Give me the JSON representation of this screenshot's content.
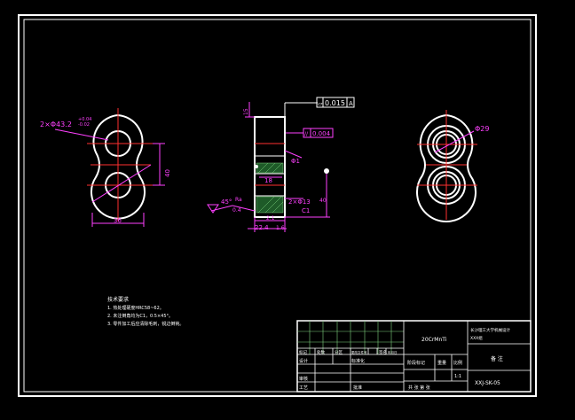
{
  "drawing": {
    "left_view": {
      "hole_callout": "2×Φ43.2",
      "tol_upper": "+0.04",
      "tol_lower": "-0.02",
      "center_distance": "40",
      "width": "36"
    },
    "section_view": {
      "flatness_sym": "▱",
      "flatness_val": "0.015",
      "flatness_datum": "A",
      "parallel_sym": "//",
      "parallel_val": "0.004",
      "dim_top": "15",
      "dim_right": "Φ1",
      "dim_mid": "18",
      "hole_callout": "2×Φ13",
      "chamfer": "C1",
      "dim_right2": "40",
      "angle": "45°",
      "dim_small": "0.4",
      "dim_bottom1": "2.1",
      "dim_bottom2": "22.4",
      "dim_bottom3": "1.6",
      "roughness": "Ra"
    },
    "right_view": {
      "hole_callout": "Φ29"
    },
    "notes": {
      "title": "技术要求",
      "lines": [
        "1. 热处理硬度HRC58~62。",
        "2. 未注倒角均为C1，0.5×45°。",
        "3. 零件加工后应清除毛刺，锐边倒钝。"
      ]
    },
    "title_block": {
      "part_name": "长沙理工大学机械设计",
      "part_sub": "XXX组",
      "material": "20CrMnTi",
      "stage_label": "阶段标记",
      "weight_label": "重量",
      "scale_label": "比例",
      "scale_value": "1:1",
      "sheet_label": "共 张 第 张",
      "drawing_no": "XXJ-SK-05",
      "designer_label": "设计",
      "standard_label": "标准化",
      "checker_label": "审核",
      "process_label": "工艺",
      "approve_label": "批准",
      "mark_label": "标记",
      "count_label": "处数",
      "zone_label": "分区",
      "change_label": "更改文件号",
      "sign_label": "签名",
      "date_label": "年月日",
      "remark": "备 注"
    }
  }
}
